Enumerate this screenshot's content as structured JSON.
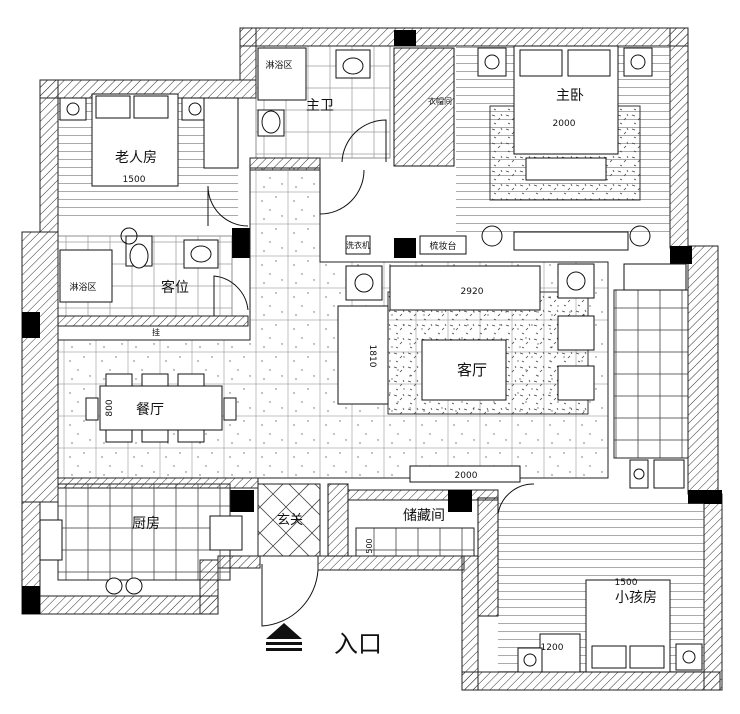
{
  "rooms": {
    "elder_bedroom": "老人房",
    "master_bath": "主卫",
    "master_bedroom": "主卧",
    "guest_bath": "客位",
    "living_room": "客厅",
    "dining_room": "餐厅",
    "kitchen": "厨房",
    "foyer": "玄关",
    "storage": "储藏间",
    "child_bedroom": "小孩房"
  },
  "fixtures": {
    "shower_zone_master": "淋浴区",
    "shower_zone_guest": "淋浴区",
    "wardrobe": "衣帽间",
    "vanity": "梳妆台",
    "laundry": "洗衣机",
    "bench": "挂"
  },
  "dimensions": {
    "elder_bed": "1500",
    "master_bed": "2000",
    "sofa": "2920",
    "side_sofa": "1810",
    "dining_table": "800",
    "tv_cabinet": "2000",
    "child_bed": "1500",
    "child_desk": "1200",
    "shoe_cabinet": "500"
  },
  "entrance": {
    "label": "入口"
  },
  "colors": {
    "wall": "#000000",
    "line": "#111111",
    "background": "#ffffff"
  }
}
